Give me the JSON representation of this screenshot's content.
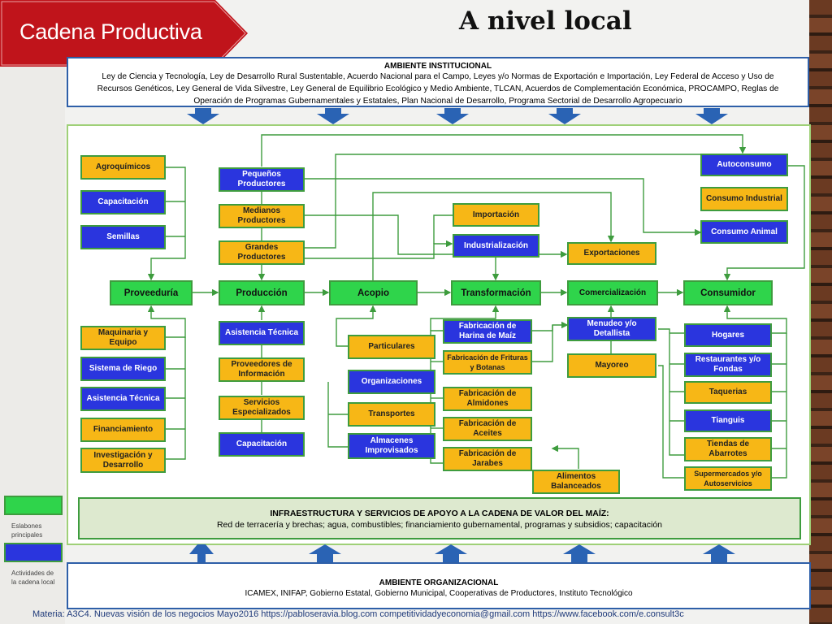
{
  "header": {
    "banner": "Cadena Productiva",
    "title": "A nivel local"
  },
  "institutional": {
    "title": "AMBIENTE INSTITUCIONAL",
    "line1": "Ley de Ciencia y Tecnología, Ley de Desarrollo Rural Sustentable, Acuerdo Nacional para el Campo, Leyes y/o Normas de Exportación e Importación, Ley Federal de Acceso y Uso de",
    "line2": "Recursos Genéticos, Ley General de Vida Silvestre, Ley General de Equilibrio Ecológico y Medio Ambiente, TLCAN, Acuerdos de Complementación Económica, PROCAMPO, Reglas de",
    "line3": "Operación de Programas Gubernamentales y Estatales, Plan Nacional de Desarrollo, Programa Sectorial de Desarrollo Agropecuario"
  },
  "links": {
    "proveeduria": "Proveeduría",
    "produccion": "Producción",
    "acopio": "Acopio",
    "transformacion": "Transformación",
    "comercializacion": "Comercialización",
    "consumidor": "Consumidor"
  },
  "proveeduria_top": [
    "Agroquímicos",
    "Capacitación",
    "Semillas"
  ],
  "proveeduria_bottom": [
    "Maquinaria y Equipo",
    "Sistema de Riego",
    "Asistencia Técnica",
    "Financiamiento",
    "Investigación y Desarrollo"
  ],
  "produccion_top": [
    "Pequeños Productores",
    "Medianos Productores",
    "Grandes Productores"
  ],
  "produccion_bottom": [
    "Asistencia Técnica",
    "Proveedores de Información",
    "Servicios Especializados",
    "Capacitación"
  ],
  "acopio_bottom": [
    "Particulares",
    "Organizaciones",
    "Transportes",
    "Almacenes Improvisados"
  ],
  "transformacion_top": [
    "Importación",
    "Industrialización"
  ],
  "transformacion_bottom": [
    "Fabricación de Harina de Maíz",
    "Fabricación de Frituras y Botanas",
    "Fabricación de Almidones",
    "Fabricación de Aceites",
    "Fabricación de Jarabes",
    "Alimentos Balanceados"
  ],
  "comercializacion_top": [
    "Exportaciones"
  ],
  "comercializacion_bottom": [
    "Menudeo y/o Detallista",
    "Mayoreo"
  ],
  "consumidor_top": [
    "Autoconsumo",
    "Consumo Industrial",
    "Consumo Animal"
  ],
  "consumidor_bottom": [
    "Hogares",
    "Restaurantes y/o Fondas",
    "Taquerias",
    "Tianguis",
    "Tiendas de Abarrotes",
    "Supermercados y/o Autoservicios"
  ],
  "infra": {
    "title": "INFRAESTRUCTURA Y SERVICIOS DE APOYO A LA CADENA DE VALOR DEL MAÍZ:",
    "text": "Red de terracería y brechas; agua, combustibles; financiamiento gubernamental, programas y subsidios; capacitación"
  },
  "organizational": {
    "title": "AMBIENTE ORGANIZACIONAL",
    "text": "ICAMEX, INIFAP,  Gobierno Estatal, Gobierno Municipal, Cooperativas de Productores, Instituto Tecnológico"
  },
  "legend": {
    "main_links": "Eslabones principales",
    "local_activities": "Actividades de la cadena local",
    "main_color": "#2fd44b",
    "local_color": "#2a35de"
  },
  "footer": "Materia: A3C4. Nuevas visión de los negocios Mayo2016    https://pabloseravia.blog.com    competitividadyeconomia@gmail.com    https://www.facebook.com/e.consult3c",
  "colors": {
    "banner": "#c0141b",
    "blue_border": "#2e5fa8",
    "arrow": "#2a63b4",
    "connector": "#3e9c3e",
    "yellow": "#f7b716"
  }
}
